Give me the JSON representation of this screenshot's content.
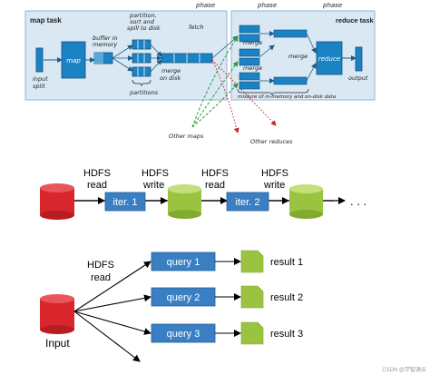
{
  "mapreduce": {
    "phase_labels": [
      "phase",
      "phase",
      "phase"
    ],
    "map_task_label": "map task",
    "reduce_task_label": "reduce task",
    "input_split_line1": "input",
    "input_split_line2": "split",
    "map_label": "map",
    "buffer_line1": "buffer in",
    "buffer_line2": "memory",
    "partition_line1": "partition,",
    "partition_line2": "sort and",
    "partition_line3": "spill to disk",
    "merge_on_disk_line1": "merge",
    "merge_on_disk_line2": "on disk",
    "partitions_label": "partitions",
    "fetch_label": "fetch",
    "merge_labels": [
      "merge",
      "merge",
      "merge"
    ],
    "reduce_label": "reduce",
    "output_label": "output",
    "mixture_label": "mixture of in-memory and on-disk data",
    "other_maps_label": "Other maps",
    "other_reduces_label": "Other reduces"
  },
  "iterative": {
    "hdfs_labels": [
      {
        "line1": "HDFS",
        "line2": "read"
      },
      {
        "line1": "HDFS",
        "line2": "write"
      },
      {
        "line1": "HDFS",
        "line2": "read"
      },
      {
        "line1": "HDFS",
        "line2": "write"
      }
    ],
    "iter_labels": [
      "iter. 1",
      "iter. 2"
    ],
    "ellipsis": ". . ."
  },
  "queries": {
    "hdfs_line1": "HDFS",
    "hdfs_line2": "read",
    "input_label": "Input",
    "query_labels": [
      "query 1",
      "query 2",
      "query 3"
    ],
    "result_labels": [
      "result 1",
      "result 2",
      "result 3"
    ]
  },
  "watermark": "CSDN @学智源云",
  "colors": {
    "panel_bg": "#d9e8f3",
    "box_blue": "#1b82c4",
    "query_blue": "#3a7fc4",
    "red_cylinder": "#d9262c",
    "green_cylinder": "#9ac440",
    "green_arrow": "#2a9b3a",
    "red_dotted": "#c8252c"
  }
}
